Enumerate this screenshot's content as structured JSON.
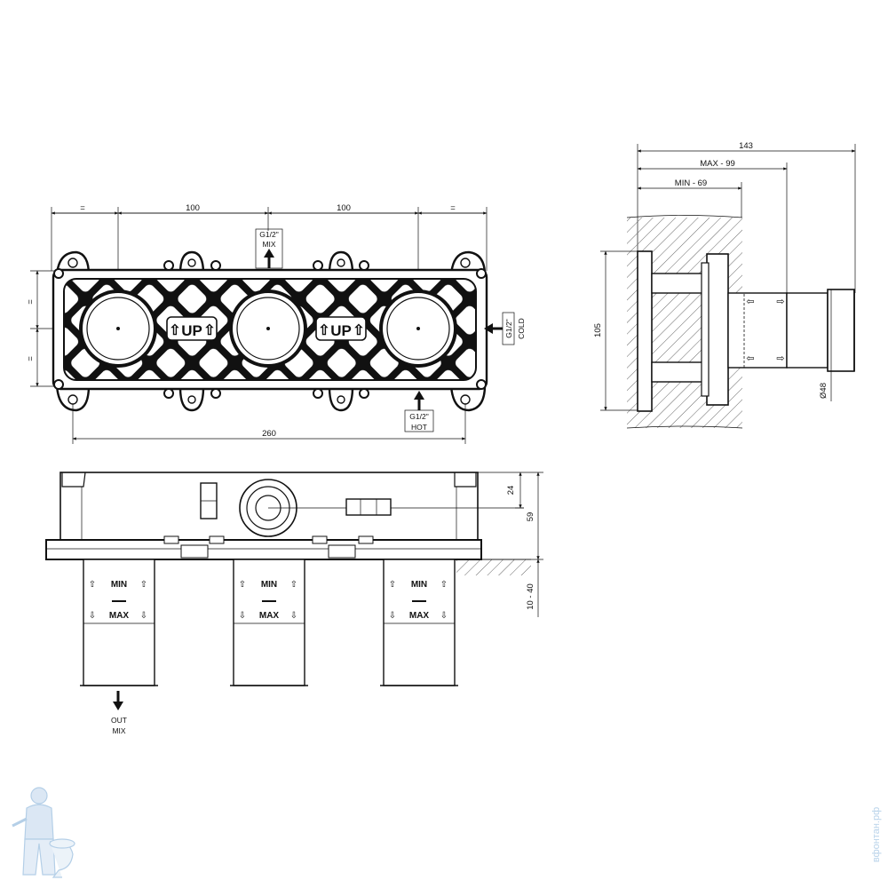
{
  "front_view": {
    "dim_equal_left": "=",
    "dim_spacing_left": "100",
    "dim_spacing_right": "100",
    "dim_equal_right": "=",
    "dim_overall_width": "260",
    "dim_equal_vert_top": "=",
    "dim_equal_vert_bottom": "=",
    "mix_thread": "G1/2\"",
    "mix_label": "MIX",
    "cold_thread": "G1/2\"",
    "cold_label": "COLD",
    "hot_thread": "G1/2\"",
    "hot_label": "HOT",
    "up_marker_left": "UP",
    "up_marker_right": "UP"
  },
  "side_view": {
    "dim_total": "143",
    "dim_max": "MAX - 99",
    "dim_min": "MIN - 69",
    "dim_height": "105",
    "dim_diameter": "Ø48"
  },
  "bottom_view": {
    "dim_24": "24",
    "dim_59": "59",
    "dim_10_40": "10 - 40",
    "min_label": "MIN",
    "max_label": "MAX",
    "out_label": "OUT",
    "mix_label": "MIX"
  },
  "watermark": {
    "text": "вфонтан.рф",
    "icon": "plumber-mascot-icon"
  },
  "colors": {
    "ink": "#111111",
    "hatch": "#555555",
    "watermark": "#b9d3ea"
  }
}
